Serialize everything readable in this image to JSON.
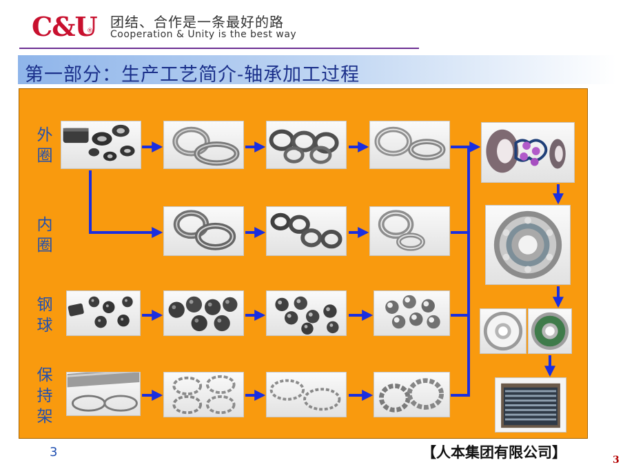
{
  "header": {
    "logo_text": "C&U",
    "logo_reg": "®",
    "slogan_cn": "团结、合作是一条最好的路",
    "slogan_en": "Cooperation & Unity is the best way",
    "brand_color": "#c8102e",
    "line_color": "#6b2c91"
  },
  "title": "第一部分：生产工艺简介-轴承加工过程",
  "panel": {
    "background": "#f99a0e",
    "arrow_color": "#1a2ee0",
    "rows": [
      {
        "label": "外圈",
        "stage_images": [
          "outer-ring-tube-blanks-image",
          "outer-ring-turned-image",
          "outer-ring-heat-treated-image",
          "outer-ring-ground-image"
        ]
      },
      {
        "label": "内圈",
        "stage_images": [
          "inner-ring-turned-image",
          "inner-ring-heat-treated-image",
          "inner-ring-ground-image"
        ]
      },
      {
        "label": "钢球",
        "stage_images": [
          "steel-ball-wire-blanks-image",
          "steel-ball-forged-image",
          "steel-ball-ground-image",
          "steel-ball-finished-image"
        ]
      },
      {
        "label": "保持架",
        "stage_images": [
          "cage-steel-strip-image",
          "cage-stamped-halves-image",
          "cage-formed-image",
          "cage-finished-image"
        ]
      }
    ],
    "assembly_images": [
      "assembly-exploded-image",
      "assembled-bearing-image",
      "sealed-bearings-image",
      "packaged-bearings-image"
    ]
  },
  "footer": {
    "page_number": "3",
    "company": "【人本集团有限公司】",
    "page_number_right": "3"
  }
}
